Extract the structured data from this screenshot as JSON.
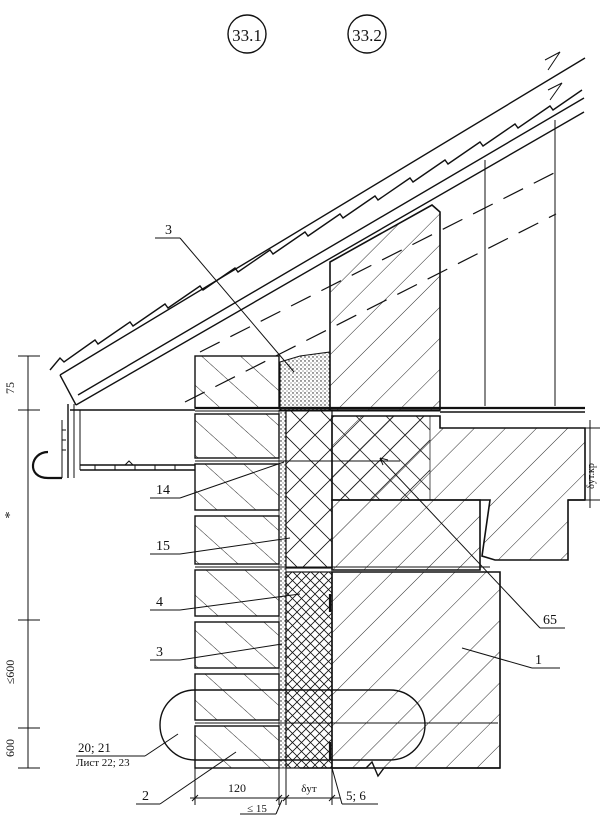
{
  "sections": {
    "section_1": "33.1",
    "section_2": "33.2"
  },
  "leaders": {
    "item_3_top": "3",
    "item_14": "14",
    "item_15": "15",
    "item_4": "4",
    "item_3_lower": "3",
    "item_20_21": "20; 21",
    "sheet_ref": "Лист 22; 23",
    "item_2": "2",
    "item_65": "65",
    "item_1": "1",
    "item_5_6": "5; 6"
  },
  "dimensions": {
    "dim_75": "75",
    "dim_star": "*",
    "dim_le600": "≤600",
    "dim_600": "600",
    "dim_120": "120",
    "dim_le15": "≤ 15",
    "dim_delta_ut": "δут",
    "dim_delta_utkr": "δут.кр"
  }
}
